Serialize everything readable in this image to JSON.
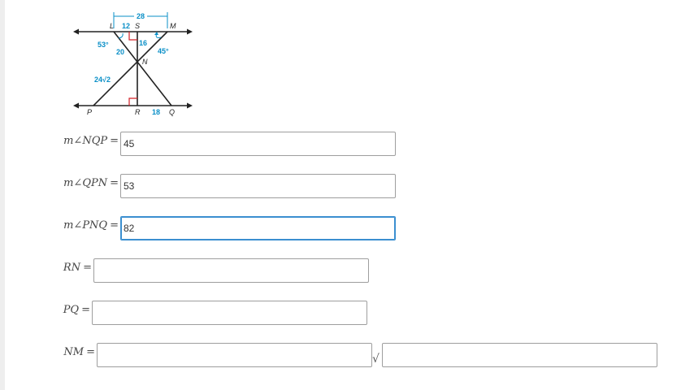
{
  "figure": {
    "points": {
      "L": "L",
      "S": "S",
      "M": "M",
      "N": "N",
      "P": "P",
      "R": "R",
      "Q": "Q"
    },
    "measures": {
      "LM": "28",
      "LS": "12",
      "SN": "16",
      "LN": "20",
      "angle_L": "53°",
      "angle_M": "45°",
      "PN": "24√2",
      "RQ": "18"
    }
  },
  "questions": [
    {
      "label": "m∠NQP",
      "value": "45",
      "placeholder": ""
    },
    {
      "label": "m∠QPN",
      "value": "53",
      "placeholder": ""
    },
    {
      "label": "m∠PNQ",
      "value": "82",
      "placeholder": ""
    },
    {
      "label": "RN",
      "value": "",
      "placeholder": ""
    },
    {
      "label": "PQ",
      "value": "",
      "placeholder": ""
    },
    {
      "label": "NM",
      "value": "",
      "radicand_value": "",
      "sqrt_symbol": "√"
    }
  ],
  "equals": "="
}
